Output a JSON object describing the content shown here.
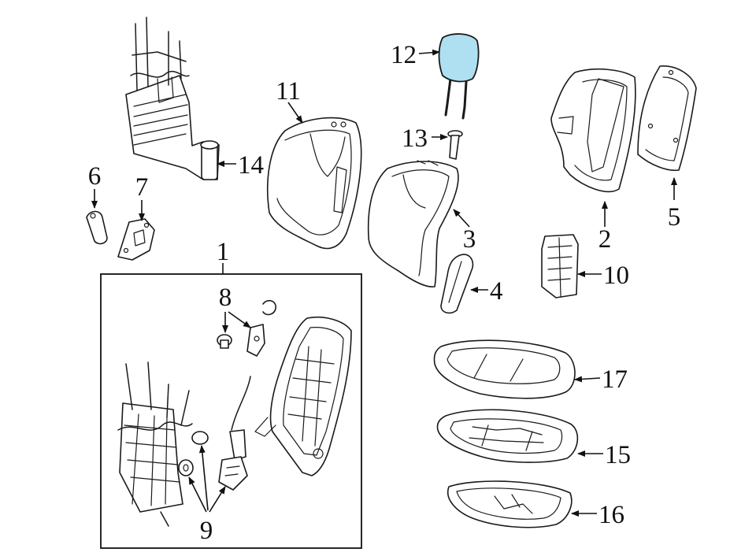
{
  "callouts": {
    "c1": "1",
    "c2": "2",
    "c3": "3",
    "c4": "4",
    "c5": "5",
    "c6": "6",
    "c7": "7",
    "c8": "8",
    "c9": "9",
    "c10": "10",
    "c11": "11",
    "c12": "12",
    "c13": "13",
    "c14": "14",
    "c15": "15",
    "c16": "16",
    "c17": "17"
  },
  "colors": {
    "highlight": "#aee0f2",
    "ink": "#1a1a1a",
    "background": "#ffffff"
  }
}
